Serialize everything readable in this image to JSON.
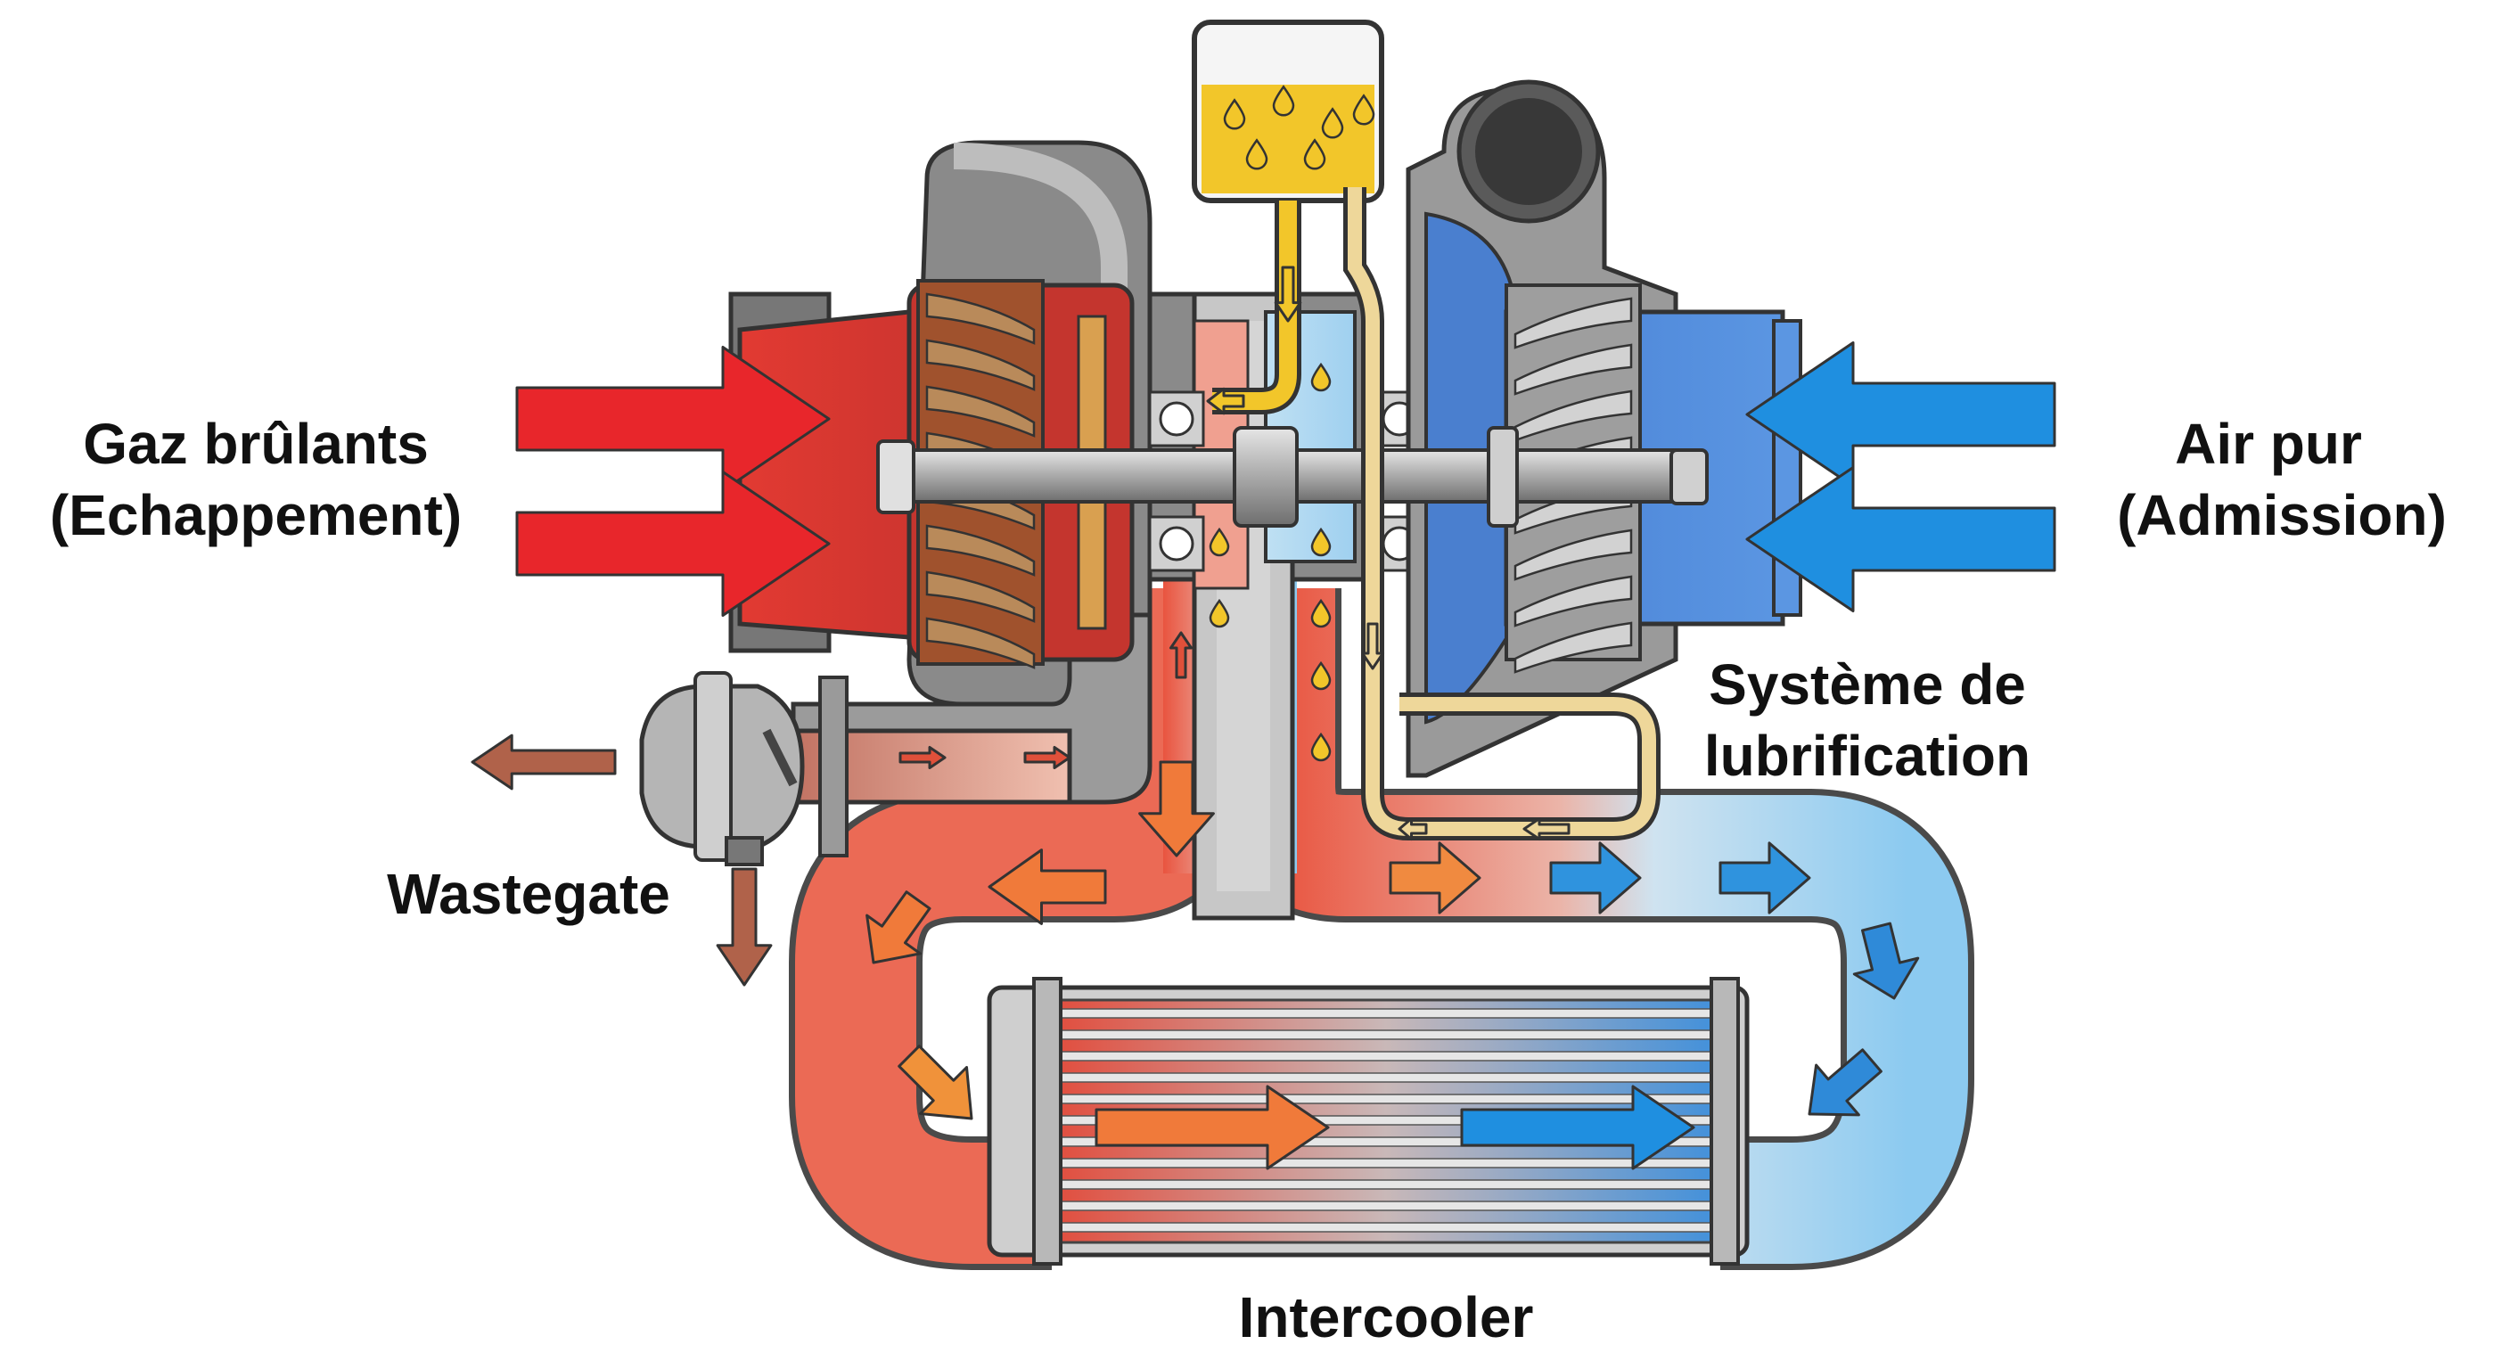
{
  "labels": {
    "exhaust_line1": "Gaz brûlants",
    "exhaust_line2": "(Echappement)",
    "intake_line1": "Air pur",
    "intake_line2": "(Admission)",
    "lubrication_line1": "Système de",
    "lubrication_line2": "lubrification",
    "wastegate": "Wastegate",
    "intercooler": "Intercooler"
  },
  "colors": {
    "hot": "#e8262b",
    "hot_light": "#f08a80",
    "cold": "#1f8fe0",
    "cold_light": "#a8d6f2",
    "oil": "#f2c62a",
    "metal": "#9a9a9a",
    "exhaust_out": "#b0624a"
  },
  "icons": {
    "oil_tank": "oil-reservoir-icon",
    "turbine": "turbine-wheel-icon",
    "compressor": "compressor-wheel-icon",
    "wastegate": "wastegate-valve-icon"
  }
}
